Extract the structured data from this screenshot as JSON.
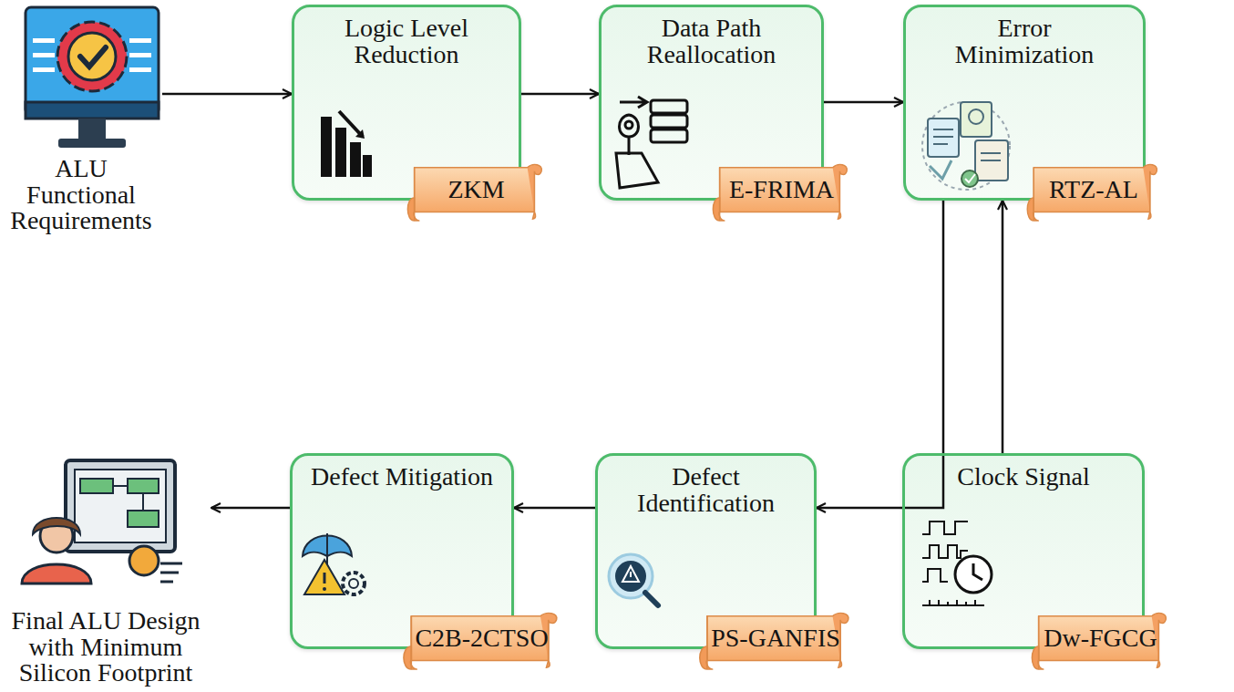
{
  "diagram": {
    "nodes": [
      {
        "text": [
          "ALU Functional Requirements"
        ]
      },
      {
        "text": [
          "Logic Level Reduction"
        ]
      },
      {
        "text": [
          "ZKM"
        ],
        "in": 1
      },
      {
        "text": [
          "Data Path Reallocation"
        ]
      },
      {
        "text": [
          "E-FRIMA"
        ],
        "in": 3
      },
      {
        "text": [
          "Error Minimization"
        ]
      },
      {
        "text": [
          "RTZ-AL"
        ],
        "in": 5
      },
      {
        "text": [
          "Final ALU Design with Minimum Silicon Footprint"
        ]
      },
      {
        "text": [
          "Defect Mitigation"
        ]
      },
      {
        "text": [
          "C2B-2CTSO"
        ],
        "in": 8
      },
      {
        "text": [
          "Defect Identification"
        ]
      },
      {
        "text": [
          "PS-GANFIS"
        ],
        "in": 10
      },
      {
        "text": [
          "Clock Signal"
        ]
      },
      {
        "text": [
          "Dw-FGCG"
        ],
        "in": 12
      }
    ],
    "edges": [
      {
        "from": 0,
        "to": 1,
        "arrow": "to"
      },
      {
        "from": 1,
        "to": 3,
        "arrow": "to"
      },
      {
        "from": 3,
        "to": 5,
        "arrow": "to"
      },
      {
        "from": 5,
        "to": 10,
        "arrow": "to"
      },
      {
        "from": 12,
        "to": 5,
        "arrow": "to"
      },
      {
        "from": 10,
        "to": 8,
        "arrow": "to"
      },
      {
        "from": 8,
        "to": 7,
        "arrow": "to"
      }
    ]
  }
}
